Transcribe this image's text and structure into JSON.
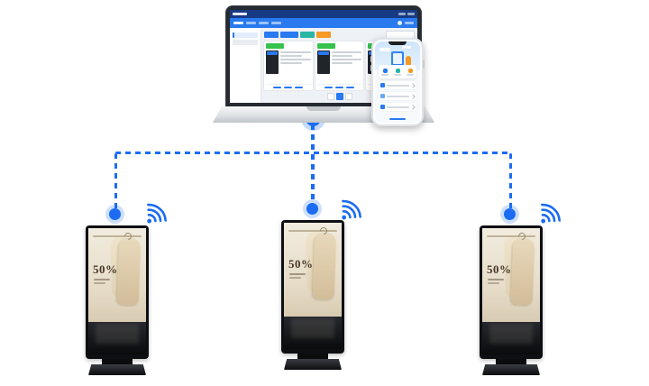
{
  "palette": {
    "accent_blue": "#1b6cf2",
    "cms_header_blue": "#173a85",
    "cms_nav_blue": "#2979ef",
    "badge_green": "#35c24d",
    "button_teal": "#2ab5a5",
    "button_orange": "#f59a23",
    "poster_beige": "#e9e0cd",
    "kiosk_black": "#0e0f12"
  },
  "network": {
    "link_style": "dashed",
    "link_color": "#1b6cf2",
    "wifi_nodes": 3,
    "connection_dots": 4
  },
  "laptop": {
    "screen_content": "cms-device-dashboard",
    "device_cards_visible": 3
  },
  "phone": {
    "screen_content": "mobile-management-app"
  },
  "kiosks": [
    {
      "discount_label": "50%"
    },
    {
      "discount_label": "50%"
    },
    {
      "discount_label": "50%"
    }
  ],
  "icons": {
    "wifi": "wifi-icon",
    "node": "connection-node-dot"
  }
}
